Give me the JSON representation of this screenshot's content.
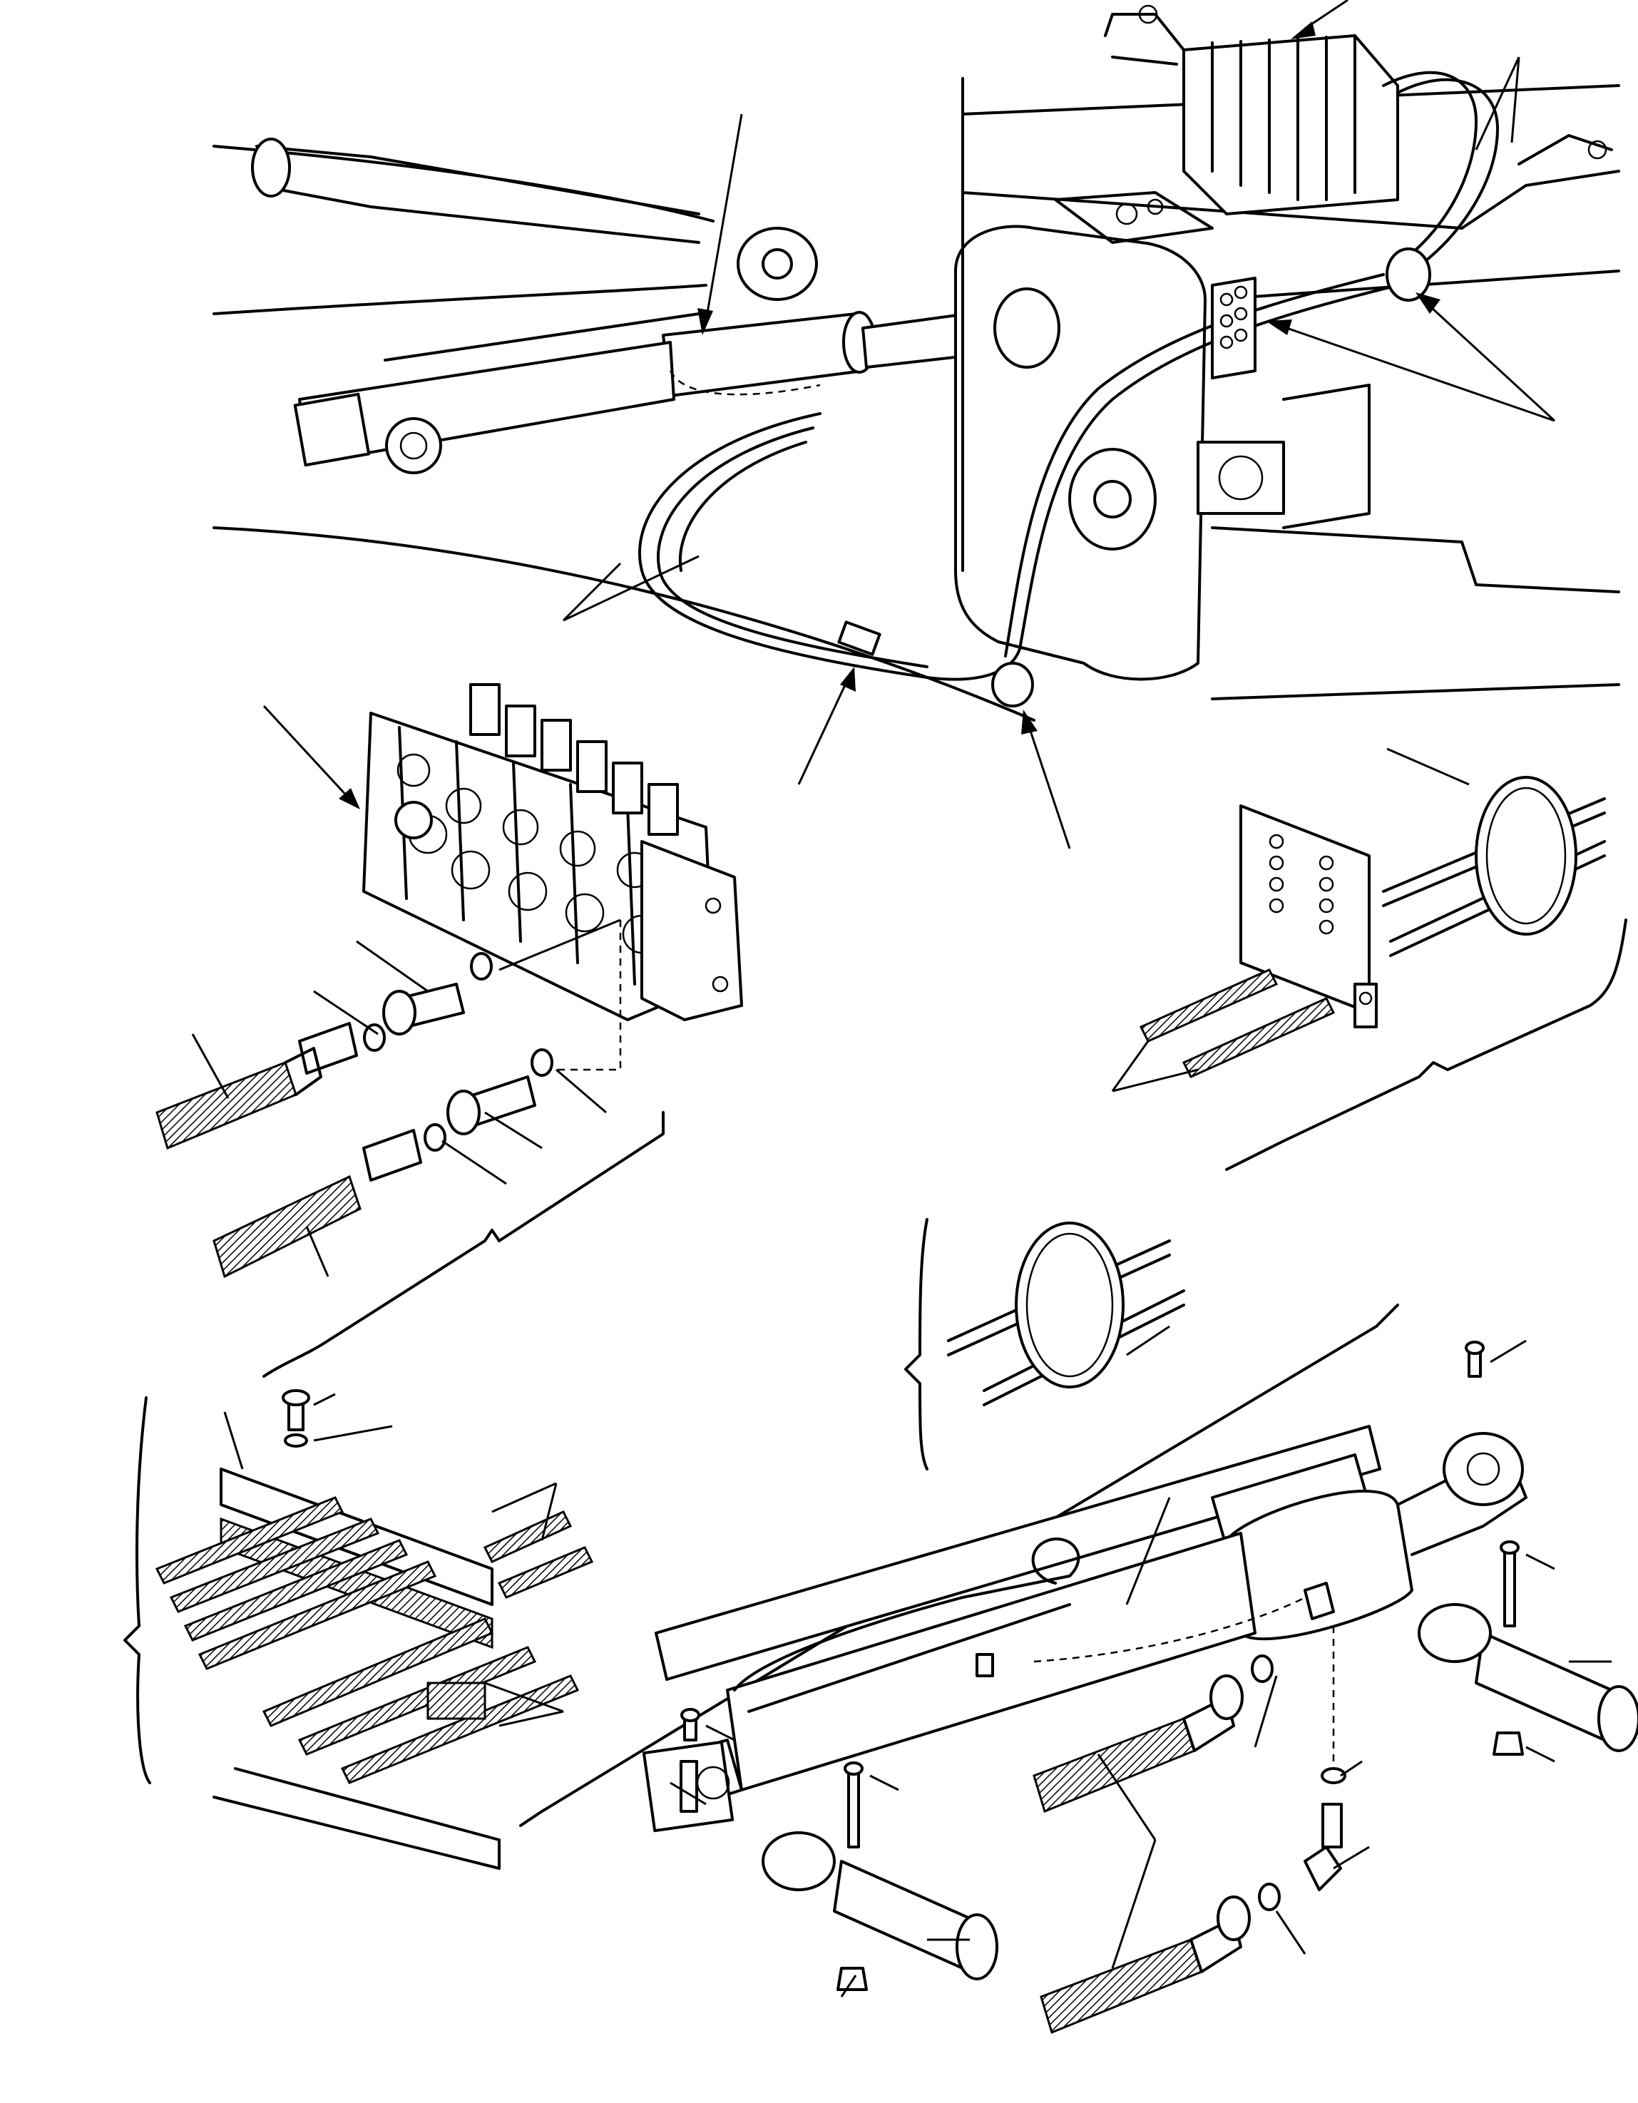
{
  "figure": {
    "kind": "exploded parts diagram",
    "callout_labels": []
  },
  "parts": [
    {
      "id": "control-valve-bank",
      "icon": "valve-block"
    },
    {
      "id": "arm-cylinder",
      "icon": "hydraulic-cylinder"
    },
    {
      "id": "hose-bundle",
      "icon": "hose"
    },
    {
      "id": "hose-clamp",
      "icon": "clamp"
    },
    {
      "id": "hose-guide-plate",
      "icon": "bracket"
    },
    {
      "id": "hose-spacer-block",
      "icon": "block"
    },
    {
      "id": "pivot-pin",
      "icon": "pin"
    },
    {
      "id": "bushing",
      "icon": "bushing"
    },
    {
      "id": "grease-nipple",
      "icon": "nipple"
    },
    {
      "id": "elbow-fitting",
      "icon": "elbow"
    },
    {
      "id": "adapter-fitting",
      "icon": "adapter"
    },
    {
      "id": "o-ring",
      "icon": "ring"
    },
    {
      "id": "bolt",
      "icon": "bolt"
    },
    {
      "id": "nut",
      "icon": "nut"
    },
    {
      "id": "washer",
      "icon": "washer"
    }
  ]
}
